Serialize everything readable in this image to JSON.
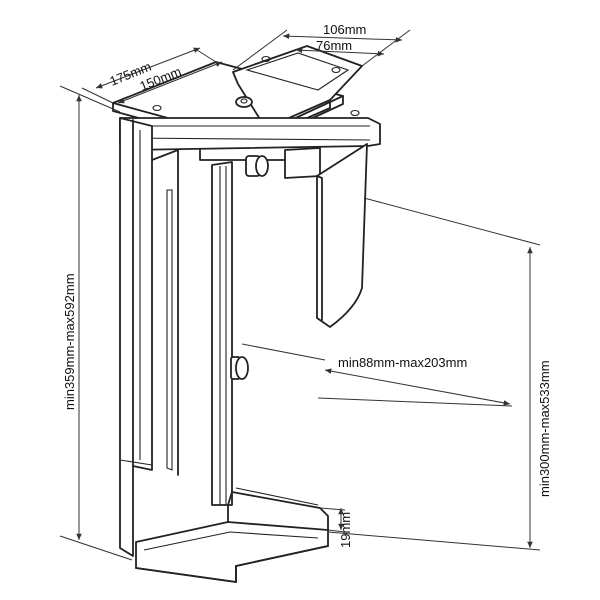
{
  "dimensions": {
    "top_outer_width": "106mm",
    "top_inner_width": "76mm",
    "depth_outer": "175mm",
    "depth_inner": "150mm",
    "height_range": "min359mm-max592mm",
    "width_range": "min88mm-max203mm",
    "pc_height_range": "min300mm-max533mm",
    "base_lip": "19mm"
  },
  "colors": {
    "line": "#222222",
    "background": "#ffffff"
  }
}
